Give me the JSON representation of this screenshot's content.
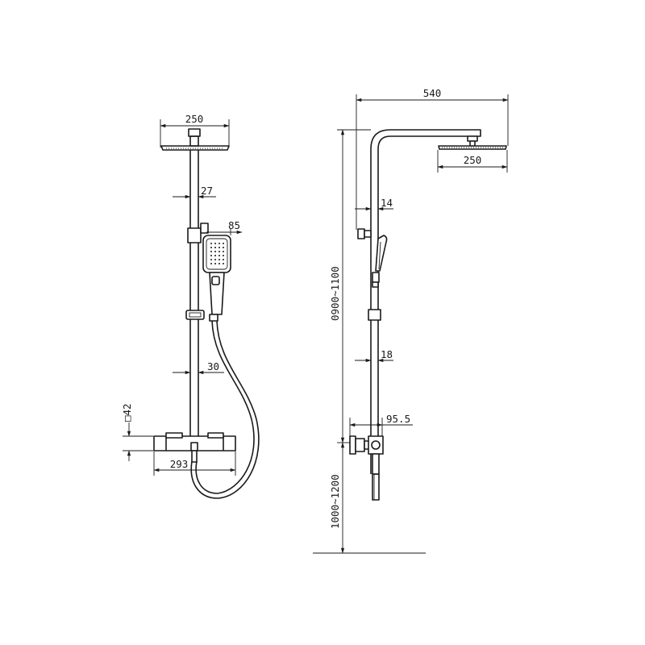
{
  "front_view": {
    "dim_head_width": "250",
    "dim_rail_width": "27",
    "dim_handset_width": "85",
    "dim_pipe_width": "30",
    "dim_valve_height": "□42",
    "dim_valve_length": "293"
  },
  "side_view": {
    "dim_projection": "540",
    "dim_head_width": "250",
    "dim_rail_width": "14",
    "dim_pipe_width": "18",
    "dim_valve_offset": "95.5",
    "dim_height_range_upper": "0900~1100",
    "dim_height_range_lower": "1000~1200"
  },
  "colors": {
    "line": "#1a1a1a",
    "background": "#ffffff"
  }
}
